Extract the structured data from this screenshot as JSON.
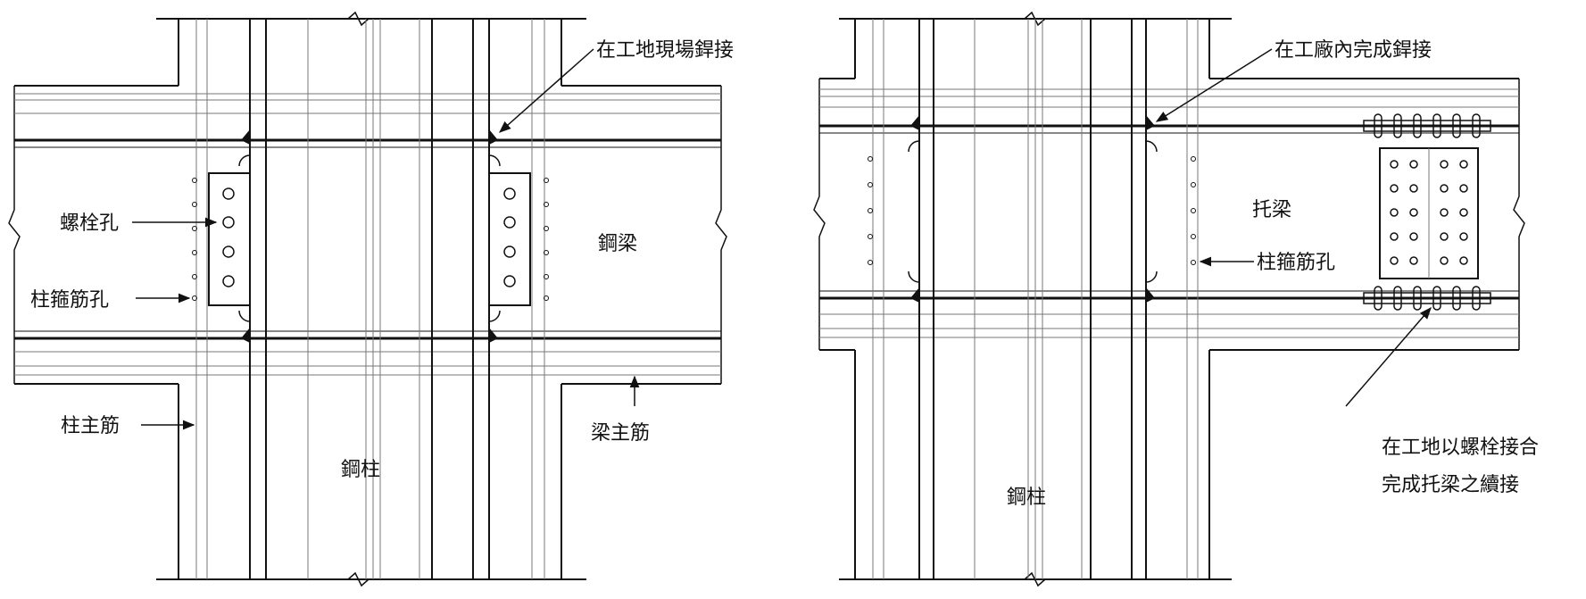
{
  "left_diagram": {
    "labels": {
      "site_weld": "在工地現場銲接",
      "bolt_hole": "螺栓孔",
      "stirrup_hole": "柱箍筋孔",
      "steel_beam": "鋼梁",
      "column_main_rebar": "柱主筋",
      "beam_main_rebar": "梁主筋",
      "steel_column": "鋼柱"
    }
  },
  "right_diagram": {
    "labels": {
      "shop_weld": "在工廠內完成銲接",
      "bracket_beam": "托梁",
      "stirrup_hole": "柱箍筋孔",
      "bolted_splice_line1": "在工地以螺栓接合",
      "bolted_splice_line2": "完成托梁之續接",
      "steel_column": "鋼柱"
    }
  },
  "colors": {
    "line": "#111111",
    "light_line": "#777777",
    "background": "#ffffff"
  }
}
